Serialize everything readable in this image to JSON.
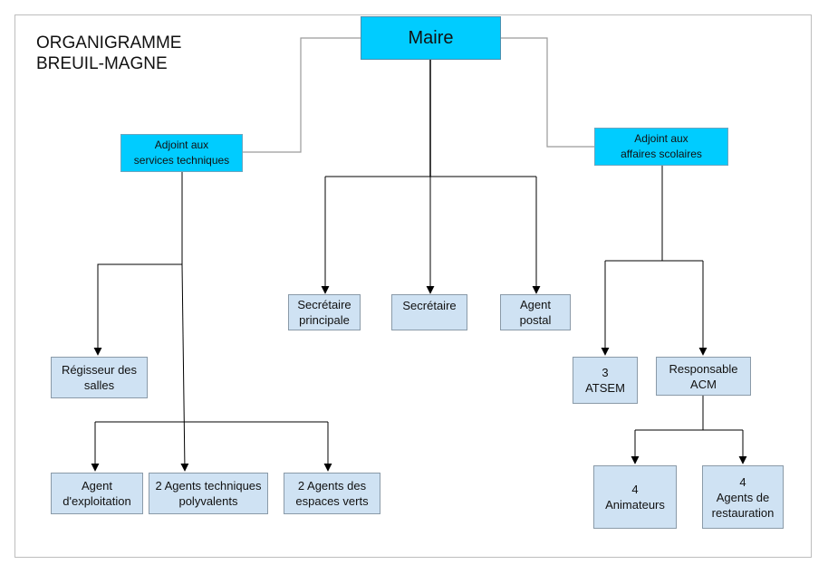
{
  "title": "ORGANIGRAMME\nBREUIL-MAGNE",
  "nodes": {
    "maire": "Maire",
    "adjoint_tech": "Adjoint aux\nservices techniques",
    "adjoint_scol": "Adjoint aux\naffaires scolaires",
    "secretaire_principale": "Secrétaire\nprincipale",
    "secretaire": "Secrétaire",
    "agent_postal": "Agent\npostal",
    "regisseur": "Régisseur des\nsalles",
    "agent_exploitation": "Agent\nd'exploitation",
    "agents_techniques": "2 Agents techniques\npolyvalents",
    "agents_espaces_verts": "2  Agents des\nespaces verts",
    "atsem": "3\nATSEM",
    "responsable_acm": "Responsable\nACM",
    "animateurs": "4\nAnimateurs",
    "agents_restauration": "4\nAgents de\nrestauration"
  },
  "colors": {
    "top": "#00ccff",
    "adjoint": "#00ccff",
    "staff": "#cfe2f3",
    "line": "#000000",
    "connector_grey": "#9a9a9a"
  }
}
